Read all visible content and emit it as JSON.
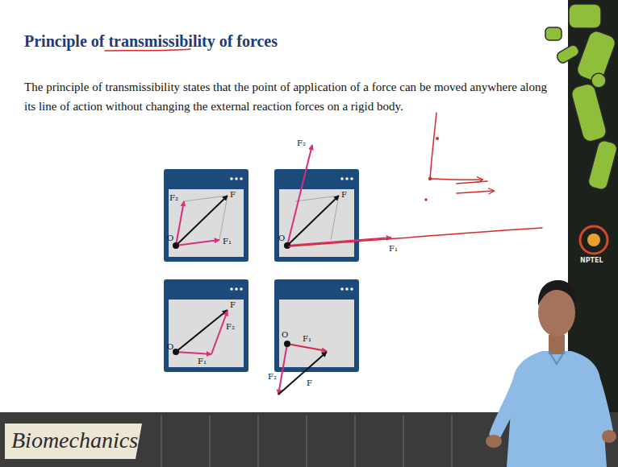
{
  "diagram": {
    "title": "Principle of transmissibility of forces",
    "nodes": [
      {
        "text": [
          "F₂",
          "F",
          "O",
          "F₁"
        ]
      },
      {
        "text": [
          "F₂",
          "F",
          "O",
          "F₁"
        ]
      },
      {
        "text": [
          "F",
          "F₂",
          "O",
          "F₁"
        ]
      },
      {
        "text": [
          "O",
          "F₁",
          "F₂",
          "F"
        ]
      }
    ],
    "labels": [
      "The principle of transmissibility states that the point of application of a force can be moved anywhere along its line of action without changing the external reaction forces on a rigid body.",
      "NPTEL",
      "Biomechanics"
    ]
  }
}
